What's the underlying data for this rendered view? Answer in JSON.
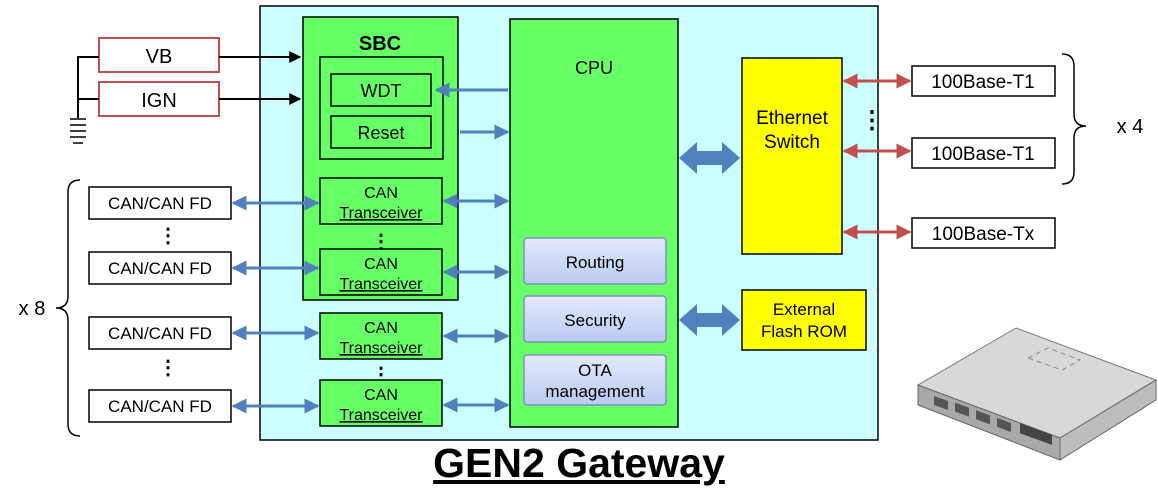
{
  "title": "GEN2 Gateway",
  "colors": {
    "board": "#ccffff",
    "block": "#66ff66",
    "ethernet": "#ffff00",
    "function": "#ccd9f7",
    "blue_arrow": "#4f81bd",
    "red_arrow": "#c0504d"
  },
  "inputs": {
    "vb": "VB",
    "ign": "IGN"
  },
  "sbc": {
    "title": "SBC",
    "wdt": "WDT",
    "reset": "Reset"
  },
  "cpu": {
    "title": "CPU",
    "routing": "Routing",
    "security": "Security",
    "ota": "OTA management"
  },
  "can_transceiver": "CAN Transceiver",
  "can_ports": [
    "CAN/CAN FD",
    "CAN/CAN FD",
    "CAN/CAN FD",
    "CAN/CAN FD"
  ],
  "can_multiplier": "x 8",
  "ethernet_switch": "Ethernet Switch",
  "eth_ports": [
    "100Base-T1",
    "100Base-T1",
    "100Base-Tx"
  ],
  "eth_multiplier": "x 4",
  "flash_rom": "External Flash ROM",
  "ellipsis": "⋮",
  "icons": {
    "ground": "ground-icon",
    "product": "gateway-device-icon"
  }
}
